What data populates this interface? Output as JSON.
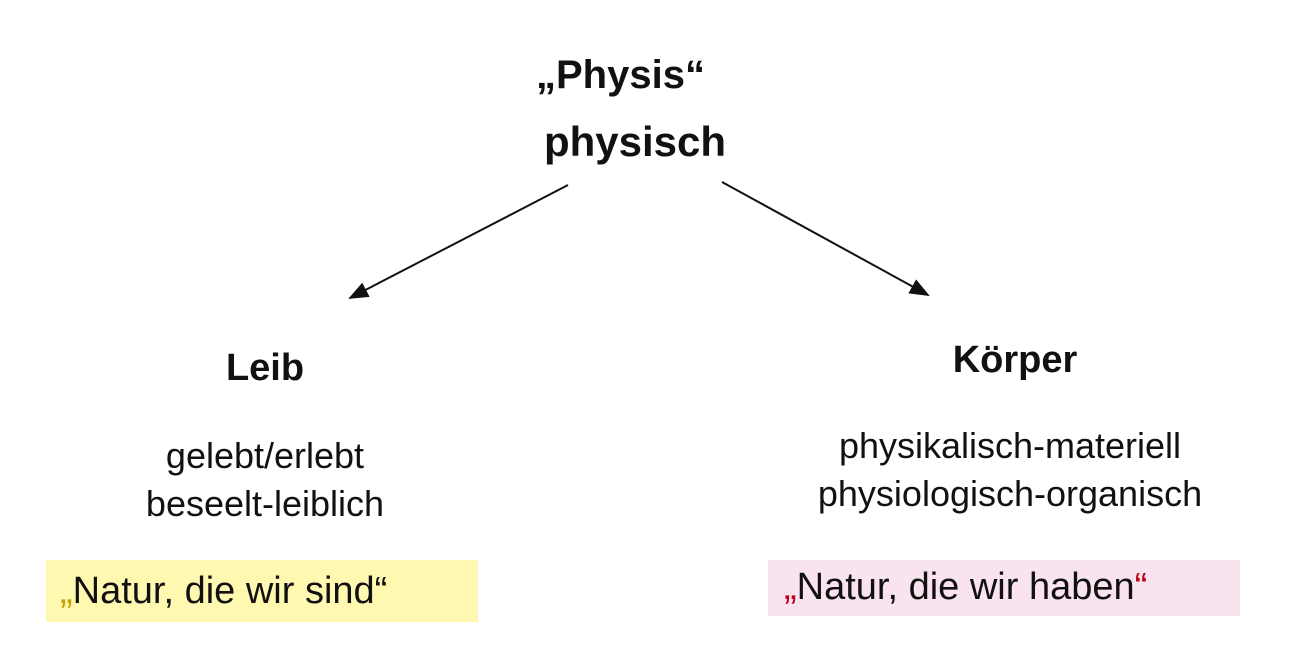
{
  "root": {
    "title": "„Physis“",
    "subtitle": "physisch"
  },
  "leib": {
    "title": "Leib",
    "lines": [
      "gelebt/erlebt",
      "beseelt-leiblich"
    ],
    "quote_open": "„",
    "quote_text": "Natur, die wir sind",
    "quote_close": "“",
    "highlight_color": "#fff8b0"
  },
  "koerper": {
    "title": "Körper",
    "lines": [
      "physikalisch-materiell",
      "physiologisch-organisch"
    ],
    "quote_open": "„",
    "quote_text": "Natur, die wir haben",
    "quote_close": "“",
    "highlight_color": "#f9e3ef"
  }
}
